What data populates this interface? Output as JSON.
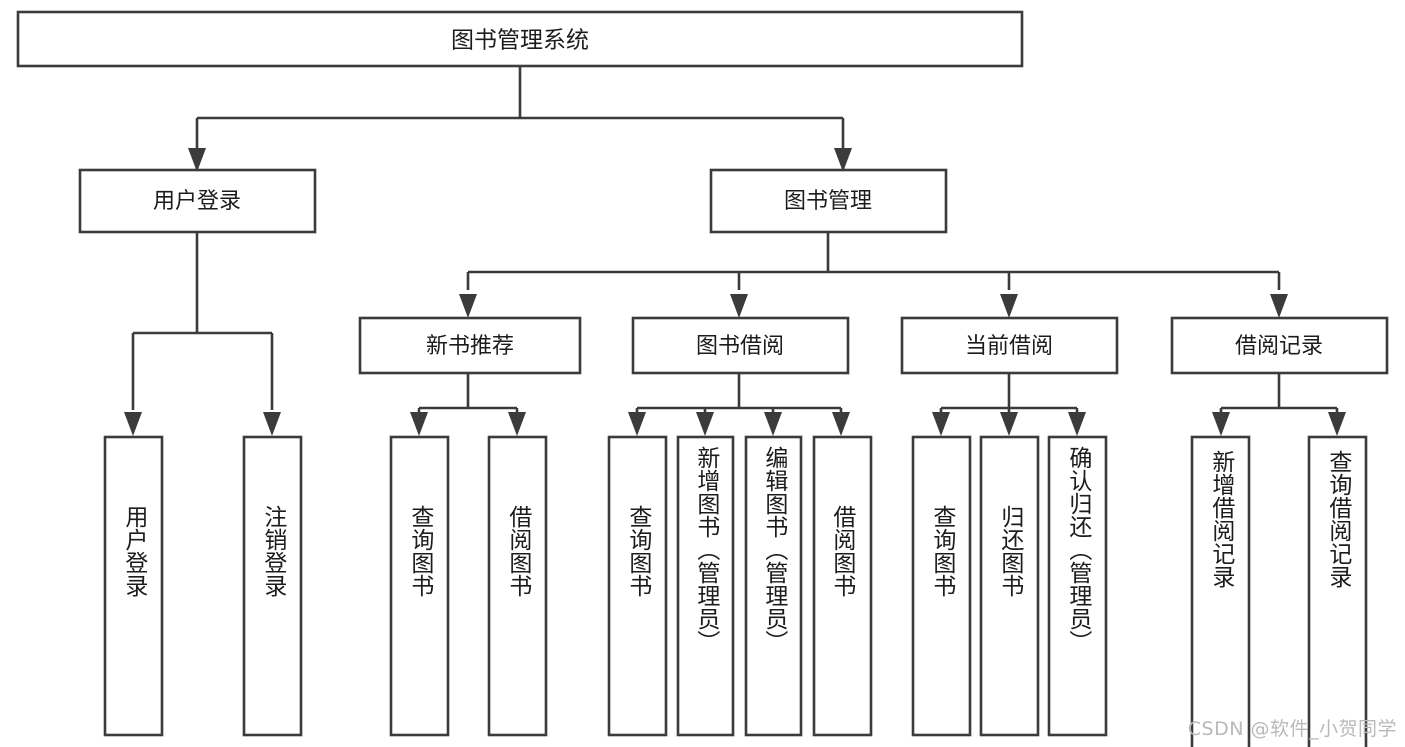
{
  "diagram": {
    "title_text": "图书管理系统",
    "watermark": "CSDN @软件_小贺同学",
    "colors": {
      "box_stroke": "#3b3b3b",
      "box_fill": "#ffffff",
      "text": "#1c1c1c",
      "watermark": "#b9b9b9",
      "background": "#ffffff"
    },
    "levels": {
      "root": {
        "label": "图书管理系统"
      },
      "level2": [
        {
          "id": "user-login",
          "label": "用户登录"
        },
        {
          "id": "book-management",
          "label": "图书管理"
        }
      ],
      "level3": [
        {
          "id": "new-book-recommend",
          "label": "新书推荐"
        },
        {
          "id": "book-borrow",
          "label": "图书借阅"
        },
        {
          "id": "current-borrow",
          "label": "当前借阅"
        },
        {
          "id": "borrow-record",
          "label": "借阅记录"
        }
      ],
      "leaves": [
        {
          "id": "leaf-user-login",
          "label": "用户登录",
          "parent": "user-login"
        },
        {
          "id": "leaf-logout-login",
          "label": "注销登录",
          "parent": "user-login"
        },
        {
          "id": "leaf-query-book-1",
          "label": "查询图书",
          "parent": "new-book-recommend"
        },
        {
          "id": "leaf-borrow-book-1",
          "label": "借阅图书",
          "parent": "new-book-recommend"
        },
        {
          "id": "leaf-query-book-2",
          "label": "查询图书",
          "parent": "book-borrow"
        },
        {
          "id": "leaf-add-book-admin",
          "label": "新增图书（管理员）",
          "parent": "book-borrow"
        },
        {
          "id": "leaf-edit-book-admin",
          "label": "编辑图书（管理员）",
          "parent": "book-borrow"
        },
        {
          "id": "leaf-borrow-book-2",
          "label": "借阅图书",
          "parent": "book-borrow"
        },
        {
          "id": "leaf-query-book-3",
          "label": "查询图书",
          "parent": "current-borrow"
        },
        {
          "id": "leaf-return-book",
          "label": "归还图书",
          "parent": "current-borrow"
        },
        {
          "id": "leaf-confirm-return-admin",
          "label": "确认归还（管理员）",
          "parent": "current-borrow"
        },
        {
          "id": "leaf-add-borrow-record",
          "label": "新增借阅记录",
          "parent": "borrow-record"
        },
        {
          "id": "leaf-query-borrow-record",
          "label": "查询借阅记录",
          "parent": "borrow-record"
        }
      ]
    }
  }
}
